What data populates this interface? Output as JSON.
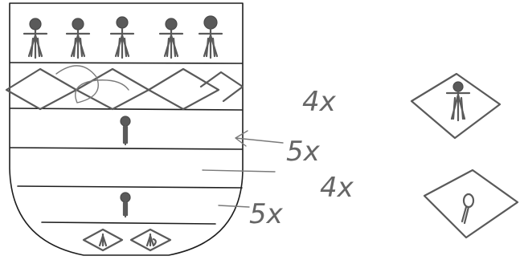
{
  "annotations": {
    "diamond_count": "4x",
    "upper_bar_count": "5x",
    "lower_diamond_count": "4x",
    "lower_bar_count": "5x"
  },
  "legend_icons": [
    "figure-in-lozenge-icon",
    "keyhole-in-lozenge-icon"
  ],
  "colors": {
    "ink": "#1e1e1e",
    "pencil": "#5a5a5a",
    "paper": "#ffffff"
  }
}
